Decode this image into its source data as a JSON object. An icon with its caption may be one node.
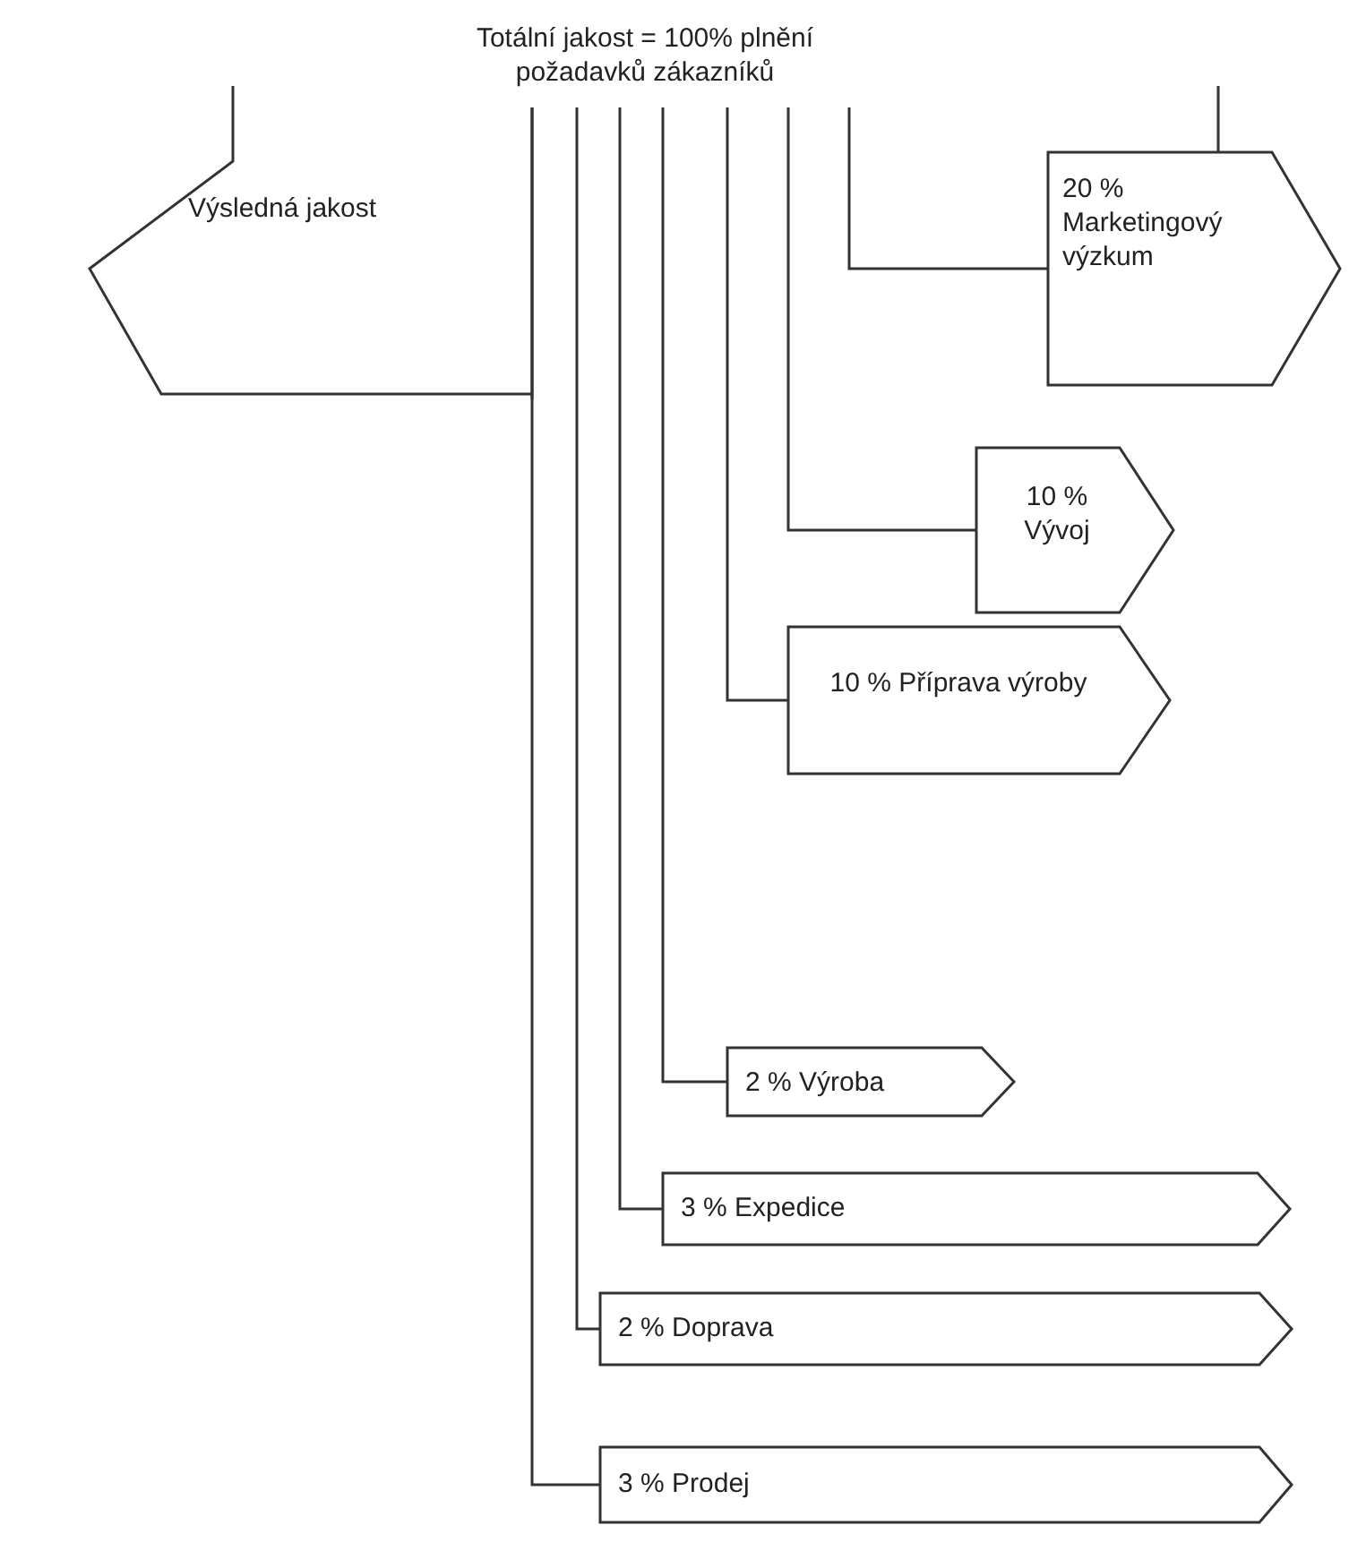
{
  "diagram": {
    "nodes": [
      {
        "text": [
          "Totální jakost = 100% plnění požadavků zákazníků"
        ]
      },
      {
        "text": [
          "Výsledná jakost"
        ]
      },
      {
        "text": [
          "20 % Marketingový výzkum"
        ]
      },
      {
        "text": [
          "10 % Vývoj"
        ]
      },
      {
        "text": [
          "10 % Příprava výroby"
        ]
      },
      {
        "text": [
          "2 % Výroba"
        ]
      },
      {
        "text": [
          "3 % Expedice"
        ]
      },
      {
        "text": [
          "2 % Doprava"
        ]
      },
      {
        "text": [
          "3 % Prodej"
        ]
      }
    ],
    "edges": [
      {
        "from": 0,
        "to": 1,
        "arrow": "none"
      },
      {
        "from": 0,
        "to": 2,
        "arrow": "none"
      },
      {
        "from": 0,
        "to": 3,
        "arrow": "none"
      },
      {
        "from": 0,
        "to": 4,
        "arrow": "none"
      },
      {
        "from": 0,
        "to": 5,
        "arrow": "none"
      },
      {
        "from": 0,
        "to": 6,
        "arrow": "none"
      },
      {
        "from": 0,
        "to": 7,
        "arrow": "none"
      },
      {
        "from": 0,
        "to": 8,
        "arrow": "none"
      }
    ]
  }
}
